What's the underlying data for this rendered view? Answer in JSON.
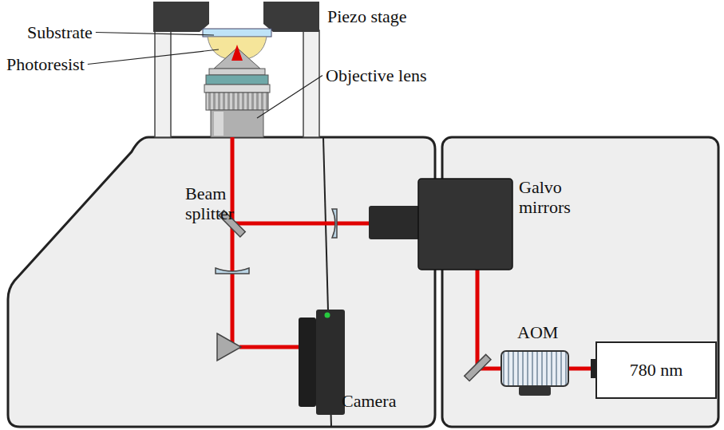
{
  "diagram": {
    "nodes": [
      {
        "text": [
          "780 nm"
        ]
      }
    ],
    "labels": [
      "Piezo stage",
      "Substrate",
      "Photoresist",
      "Objective lens",
      "Beam splitter",
      "Galvo mirrors",
      "AOM",
      "Camera"
    ]
  }
}
